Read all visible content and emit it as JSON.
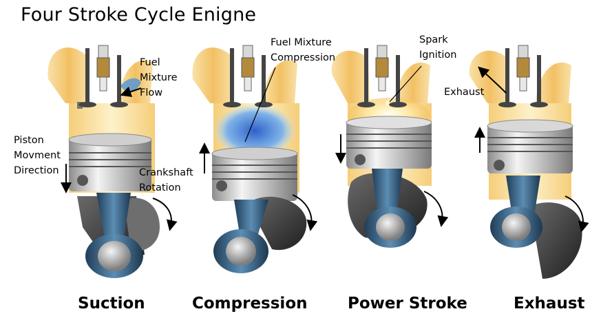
{
  "title": "Four Stroke Cycle Enigne",
  "annotations": {
    "fuel_mixture_flow": "Fuel\nMixture\nFlow",
    "piston_direction": "Piston\nMovment\nDirection",
    "crankshaft_rotation": "Crankshaft\nRotation",
    "fuel_mixture_compression": "Fuel Mixture\nCompression",
    "spark_ignition": "Spark\nIgnition",
    "exhaust": "Exhaust"
  },
  "stages": [
    "Suction",
    "Compression",
    "Power Stroke",
    "Exhaust"
  ],
  "colors": {
    "port": "#f2c45a",
    "cylinder_glow": "#f7d98a",
    "piston": "#d9d9d9",
    "rod": "#3d6b8f",
    "crank": "#3a3a3a",
    "mixture": "#3a7bd5",
    "flame": "#fff2b0"
  }
}
